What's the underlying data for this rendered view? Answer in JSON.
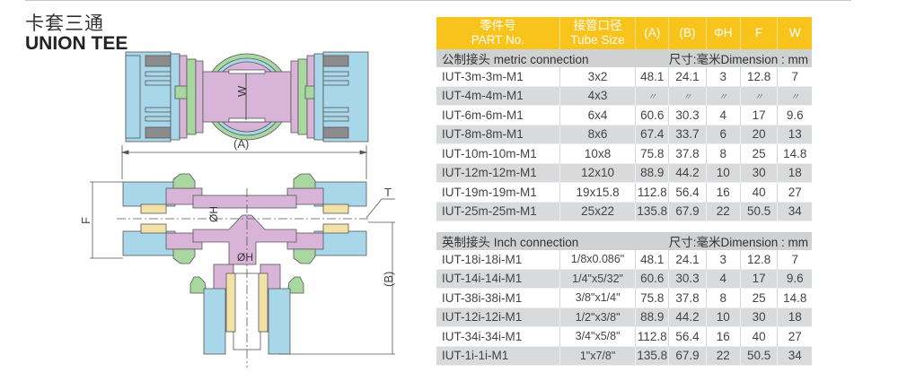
{
  "title": {
    "cn": "卡套三通",
    "en": "UNION TEE"
  },
  "diagram": {
    "labels": {
      "A": "(A)",
      "B": "(B)",
      "W": "W",
      "F": "F",
      "T": "T",
      "H1": "ØH",
      "H2": "ØH"
    },
    "colors": {
      "nut": "#a9d7ea",
      "body": "#d9b4d9",
      "ferrule": "#f2e2a8",
      "seal": "#a8d8a0",
      "outline": "#555555"
    }
  },
  "table": {
    "headers": [
      {
        "cn": "零件号",
        "en": "PART No."
      },
      {
        "cn": "接管口径",
        "en": "Tube Size"
      },
      {
        "en": "(A)"
      },
      {
        "en": "(B)"
      },
      {
        "en": "ΦH"
      },
      {
        "en": "F"
      },
      {
        "en": "W"
      }
    ],
    "header_color": "#f8c31a",
    "sections": [
      {
        "title": "公制接头 metric connection",
        "dimension_note": "尺寸:毫米Dimension : mm",
        "rows": [
          {
            "part": "IUT-3m-3m-M1",
            "tube": "3x2",
            "A": "48.1",
            "B": "24.1",
            "H": "3",
            "F": "12.8",
            "W": "7"
          },
          {
            "part": "IUT-4m-4m-M1",
            "tube": "4x3",
            "A": "〃",
            "B": "〃",
            "H": "〃",
            "F": "〃",
            "W": "〃"
          },
          {
            "part": "IUT-6m-6m-M1",
            "tube": "6x4",
            "A": "60.6",
            "B": "30.3",
            "H": "4",
            "F": "17",
            "W": "9.6"
          },
          {
            "part": "IUT-8m-8m-M1",
            "tube": "8x6",
            "A": "67.4",
            "B": "33.7",
            "H": "6",
            "F": "20",
            "W": "13"
          },
          {
            "part": "IUT-10m-10m-M1",
            "tube": "10x8",
            "A": "75.8",
            "B": "37.8",
            "H": "8",
            "F": "25",
            "W": "14.8"
          },
          {
            "part": "IUT-12m-12m-M1",
            "tube": "12x10",
            "A": "88.9",
            "B": "44.2",
            "H": "10",
            "F": "30",
            "W": "18"
          },
          {
            "part": "IUT-19m-19m-M1",
            "tube": "19x15.8",
            "A": "112.8",
            "B": "56.4",
            "H": "16",
            "F": "40",
            "W": "27"
          },
          {
            "part": "IUT-25m-25m-M1",
            "tube": "25x22",
            "A": "135.8",
            "B": "67.9",
            "H": "22",
            "F": "50.5",
            "W": "34"
          }
        ]
      },
      {
        "title": "英制接头 Inch connection",
        "dimension_note": "尺寸:毫米Dimension : mm",
        "rows": [
          {
            "part": "IUT-18i-18i-M1",
            "tube": "1/8x0.086\"",
            "A": "48.1",
            "B": "24.1",
            "H": "3",
            "F": "12.8",
            "W": "7"
          },
          {
            "part": "IUT-14i-14i-M1",
            "tube": "1/4\"x5/32\"",
            "A": "60.6",
            "B": "30.3",
            "H": "4",
            "F": "17",
            "W": "9.6"
          },
          {
            "part": "IUT-38i-38i-M1",
            "tube": "3/8\"x1/4\"",
            "A": "75.8",
            "B": "37.8",
            "H": "8",
            "F": "25",
            "W": "14.8"
          },
          {
            "part": "IUT-12i-12i-M1",
            "tube": "1/2\"x3/8\"",
            "A": "88.9",
            "B": "44.2",
            "H": "10",
            "F": "30",
            "W": "18"
          },
          {
            "part": "IUT-34i-34i-M1",
            "tube": "3/4\"x5/8\"",
            "A": "112.8",
            "B": "56.4",
            "H": "16",
            "F": "40",
            "W": "27"
          },
          {
            "part": "IUT-1i-1i-M1",
            "tube": "1\"x7/8\"",
            "A": "135.8",
            "B": "67.9",
            "H": "22",
            "F": "50.5",
            "W": "34"
          }
        ]
      }
    ]
  }
}
